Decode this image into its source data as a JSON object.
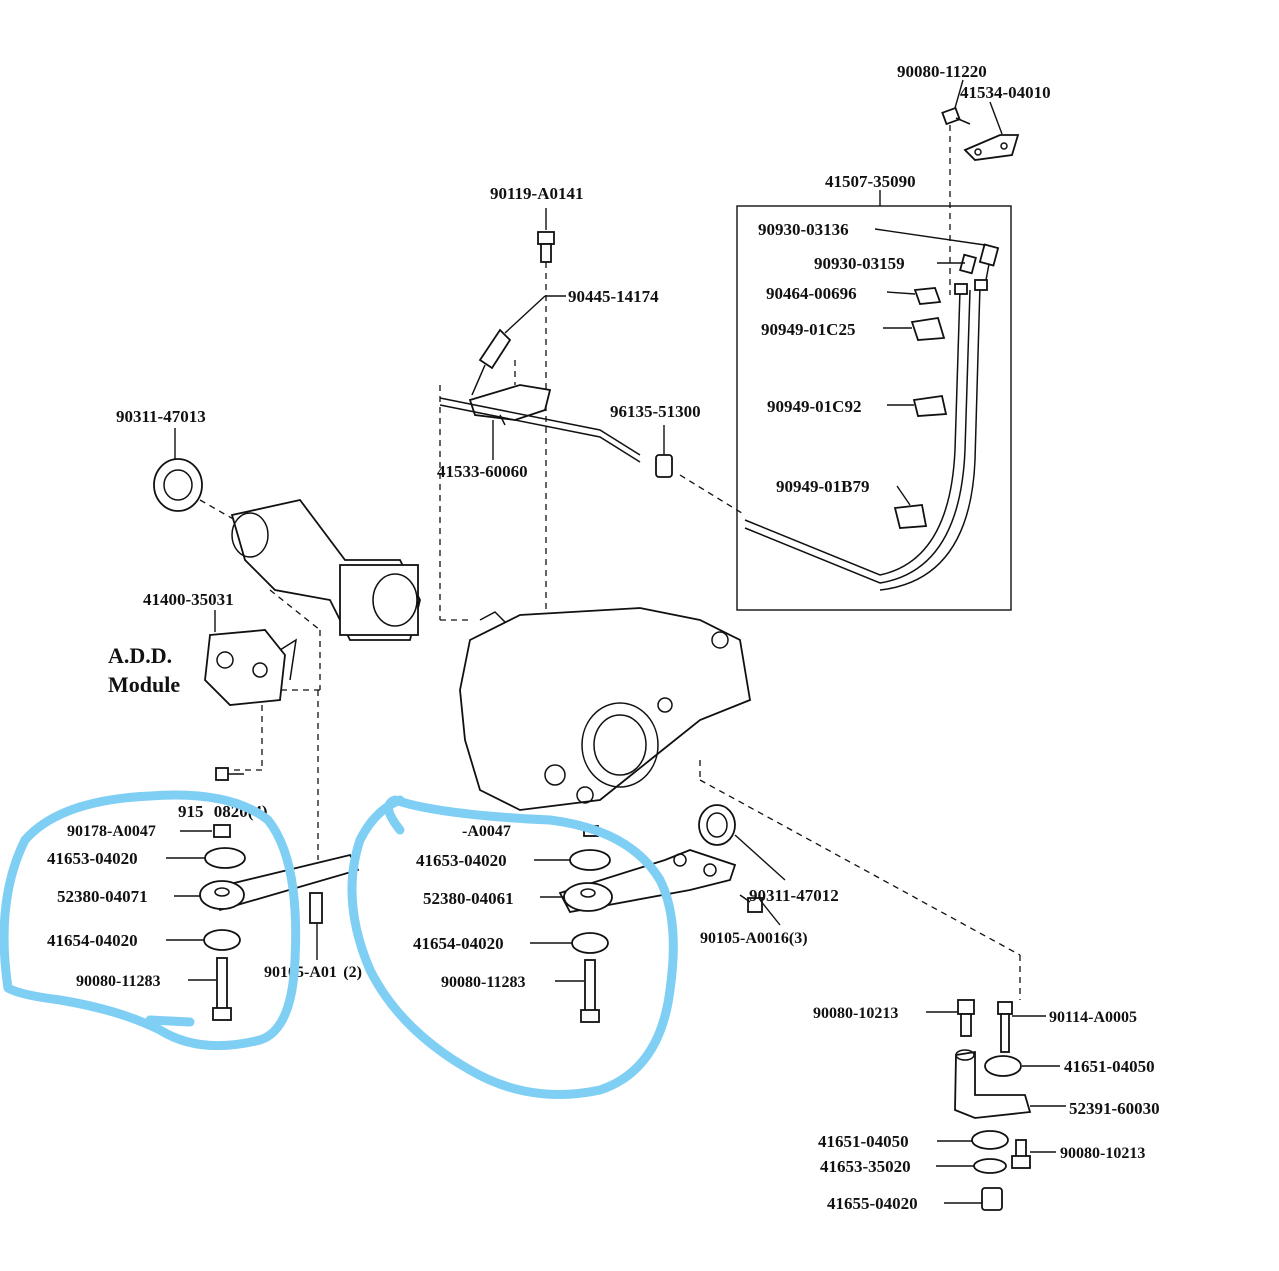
{
  "diagram": {
    "module_label_line1": "A.D.D.",
    "module_label_line2": "Module",
    "highlight_color": "#7fcff5",
    "line_color": "#111111",
    "parts": {
      "p_90080_11220": "90080-11220",
      "p_41534_04010": "41534-04010",
      "p_41507_35090": "41507-35090",
      "p_90119_A0141": "90119-A0141",
      "p_90930_03136": "90930-03136",
      "p_90930_03159": "90930-03159",
      "p_90464_00696": "90464-00696",
      "p_90445_14174": "90445-14174",
      "p_90949_01C25": "90949-01C25",
      "p_90311_47013": "90311-47013",
      "p_96135_51300": "96135-51300",
      "p_90949_01C92": "90949-01C92",
      "p_41533_60060": "41533-60060",
      "p_90949_01B79": "90949-01B79",
      "p_41400_35031": "41400-35031",
      "p_915_0820": "915   0820(4)",
      "p_90178_A0047_l": "90178-A0047",
      "p_90178_A0047_r": "-A0047",
      "p_41653_04020_l": "41653-04020",
      "p_41653_04020_r": "41653-04020",
      "p_52380_04071": "52380-04071",
      "p_52380_04061": "52380-04061",
      "p_90311_47012": "90311-47012",
      "p_41654_04020_l": "41654-04020",
      "p_41654_04020_r": "41654-04020",
      "p_90105_A0016": "90105-A0016(3)",
      "p_90105_A01_2": "90105-A01  (2)",
      "p_90080_11283_l": "90080-11283",
      "p_90080_11283_r": "90080-11283",
      "p_90080_10213_a": "90080-10213",
      "p_90114_A0005": "90114-A0005",
      "p_41651_04050_a": "41651-04050",
      "p_52391_60030": "52391-60030",
      "p_41651_04050_b": "41651-04050",
      "p_90080_10213_b": "90080-10213",
      "p_41653_35020": "41653-35020",
      "p_41655_04020": "41655-04020"
    }
  }
}
